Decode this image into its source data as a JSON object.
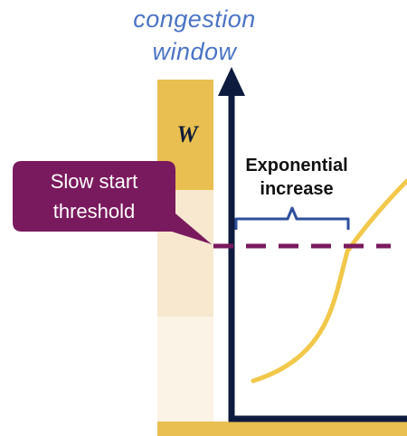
{
  "axis": {
    "y_title_line1": "congestion",
    "y_title_line2": "window"
  },
  "window_label": "W",
  "annotations": {
    "exponential_line1": "Exponential",
    "exponential_line2": "increase",
    "threshold_line1": "Slow start",
    "threshold_line2": "threshold"
  },
  "colors": {
    "axis": "#0d1b3e",
    "curve": "#f2c84b",
    "threshold": "#7a1a5e",
    "callout": "#7a1a5e",
    "brace": "#2e4f9b",
    "title": "#4b74c4",
    "bar_top": "#e8bf50",
    "bar_mid": "#f7e8cf",
    "bar_low": "#fbf3e6",
    "baseline": "#e8bf50"
  }
}
